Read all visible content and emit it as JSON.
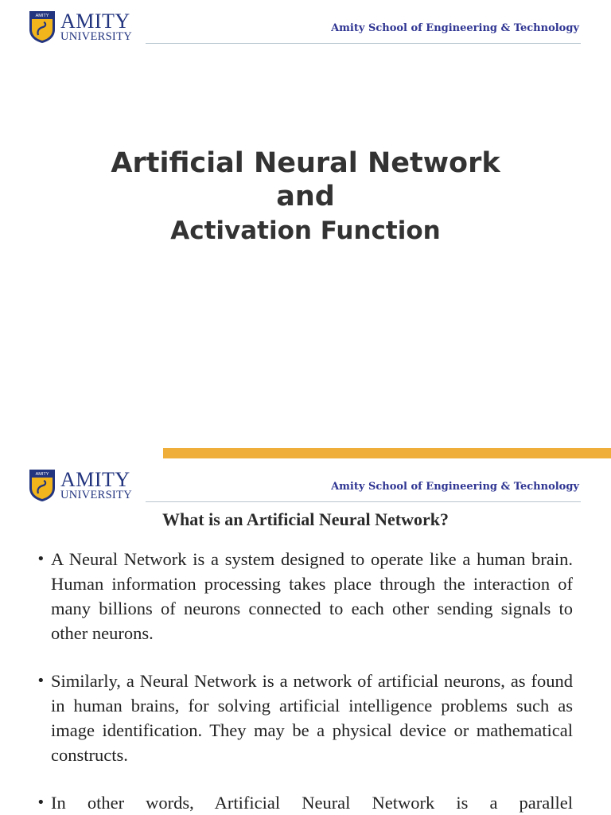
{
  "header": {
    "logo_word1": "AMITY",
    "logo_word2": "UNIVERSITY",
    "logo_crest_text": "AMITY",
    "school": "Amity School of Engineering & Technology"
  },
  "slide1": {
    "title_line1": "Artificial Neural Network",
    "title_line2": "and",
    "title_line3": "Activation Function"
  },
  "slide2": {
    "heading": "What is an Artificial Neural Network?",
    "bullet_glyph": "•",
    "bullets": [
      "A Neural Network is a system designed to operate like a human brain. Human information processing takes place through the interaction of many billions of neurons connected to each other sending signals to other neurons.",
      "Similarly, a Neural Network is a network of artificial neurons, as found in human brains, for solving artificial intelligence problems such as image identification. They may be a physical device or mathematical constructs.",
      "In other words, Artificial Neural Network is a parallel"
    ]
  },
  "colors": {
    "brand_blue": "#23357f",
    "school_text": "#2f3592",
    "accent_orange": "#efad3a",
    "crest_gold": "#f2b51c"
  }
}
